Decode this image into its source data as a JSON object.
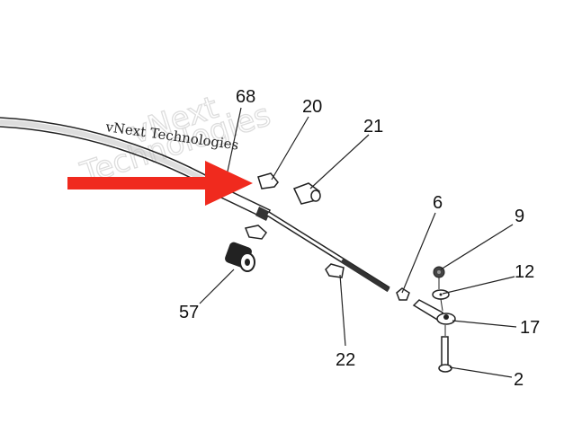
{
  "diagram": {
    "watermark_large_1": "vNext",
    "watermark_large_2": "Technologies",
    "watermark_small": "vNext Technologies",
    "arrow_color": "#f02a1e",
    "part_labels": {
      "p68": "68",
      "p20": "20",
      "p21": "21",
      "p6": "6",
      "p9": "9",
      "p12": "12",
      "p17": "17",
      "p2": "2",
      "p57": "57",
      "p22": "22"
    }
  }
}
